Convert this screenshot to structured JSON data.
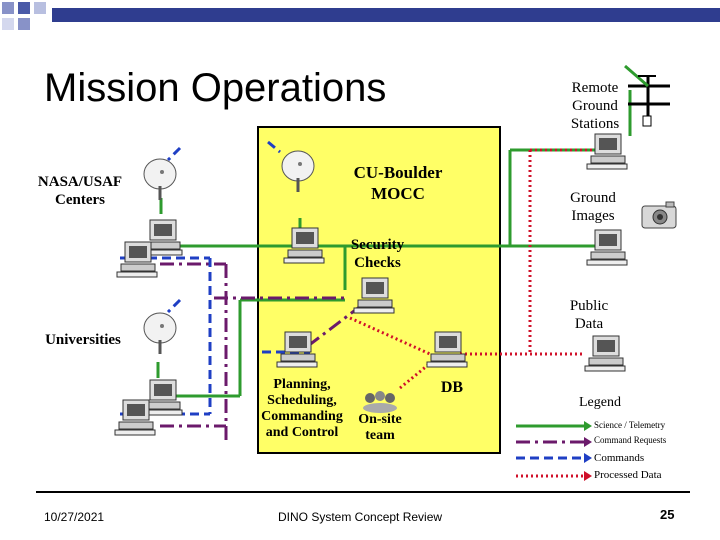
{
  "slide": {
    "title": "Mission Operations",
    "footer_date": "10/27/2021",
    "footer_center": "DINO System Concept Review",
    "page_number": "25"
  },
  "diagram": {
    "nasa_usaf_line1": "NASA/USAF",
    "nasa_usaf_line2": "Centers",
    "universities": "Universities",
    "mocc_line1": "CU-Boulder",
    "mocc_line2": "MOCC",
    "security_line1": "Security",
    "security_line2": "Checks",
    "planning_line1": "Planning,",
    "planning_line2": "Scheduling,",
    "planning_line3": "Commanding",
    "planning_line4": "and Control",
    "onsite_line1": "On-site",
    "onsite_line2": "team",
    "db": "DB",
    "remote_line1": "Remote",
    "remote_line2": "Ground",
    "remote_line3": "Stations",
    "ground_images_line1": "Ground",
    "ground_images_line2": "Images",
    "public_data_line1": "Public",
    "public_data_line2": "Data"
  },
  "legend": {
    "title": "Legend",
    "items": [
      {
        "label": "Science / Telemetry",
        "color": "#2e9b2e",
        "style": "solid"
      },
      {
        "label": "Command Requests",
        "color": "#6b1a6b",
        "style": "dashdot"
      },
      {
        "label": "Commands",
        "color": "#1f3fc4",
        "style": "dashed"
      },
      {
        "label": "Processed Data",
        "color": "#d0102a",
        "style": "dotted"
      }
    ]
  },
  "colors": {
    "mocc_box": "#ffff66",
    "telemetry": "#2e9b2e",
    "command_requests": "#6b1a6b",
    "commands": "#1f3fc4",
    "processed_data": "#d0102a",
    "bullet_squares": "#4a5aa8"
  }
}
